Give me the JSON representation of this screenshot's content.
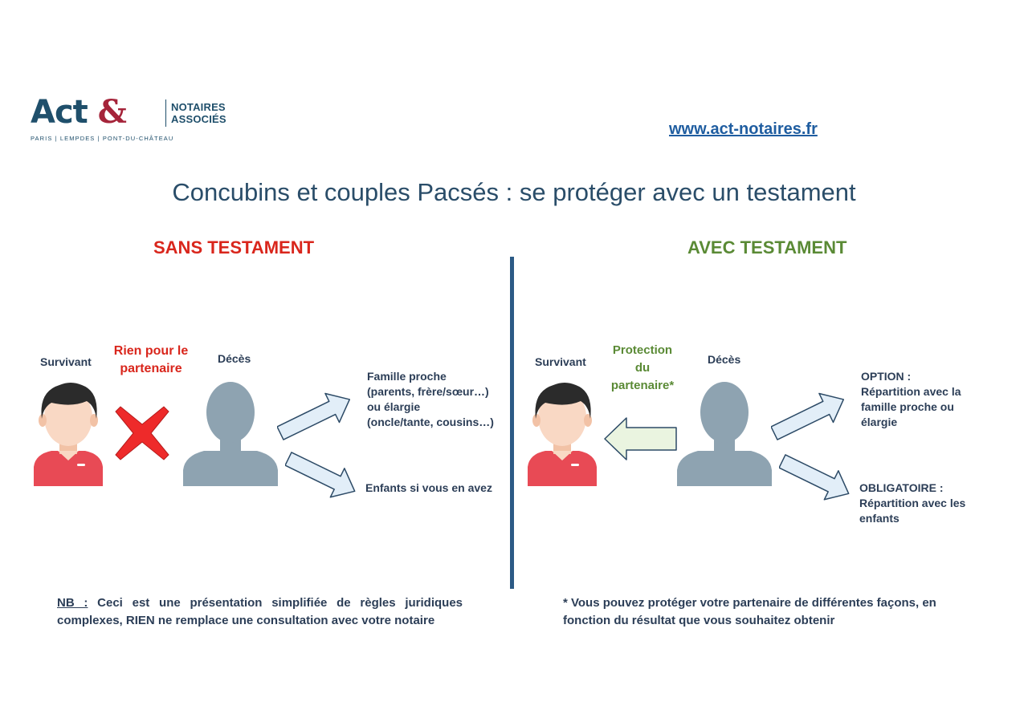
{
  "logo": {
    "name": "Act",
    "amp": "&",
    "tag": "NOTAIRES\nASSOCIÉS",
    "locations": "PARIS | LEMPDES | PONT-DU-CHÂTEAU"
  },
  "website": "www.act-notaires.fr",
  "title": "Concubins et couples Pacsés : se protéger avec un testament",
  "left": {
    "heading": "SANS TESTAMENT",
    "survivor_label": "Survivant",
    "deceased_label": "Décès",
    "partner_note": [
      "Rien pour le",
      "partenaire"
    ],
    "family": [
      "Famille proche",
      "(parents, frère/sœur…)",
      "ou élargie",
      "(oncle/tante, cousins…)"
    ],
    "children": "Enfants si vous en avez"
  },
  "right": {
    "heading": "AVEC TESTAMENT",
    "survivor_label": "Survivant",
    "deceased_label": "Décès",
    "partner_note": [
      "Protection",
      "du",
      "partenaire*"
    ],
    "option": [
      "OPTION :",
      "Répartition avec la",
      "famille proche ou",
      "élargie"
    ],
    "mandatory": [
      "OBLIGATOIRE :",
      "Répartition avec les",
      "enfants"
    ]
  },
  "notes": {
    "left_prefix": "NB :",
    "left_text": " Ceci est une présentation simplifiée de règles juridiques complexes, RIEN ne remplace une consultation avec votre notaire",
    "right_text": "* Vous pouvez protéger votre partenaire de différentes façons, en fonction du résultat que vous souhaitez obtenir"
  },
  "colors": {
    "red": "#d9261c",
    "green": "#5a8a35",
    "navy": "#2c5a85",
    "person_gray": "#8ea3b1",
    "shirt": "#e84a55",
    "skin": "#f9d8c4",
    "hair": "#2b2b2b",
    "arrow_fill": "#e2eef8",
    "arrow_stroke": "#2c4a66"
  },
  "icons": {
    "survivor": "person-icon",
    "deceased": "silhouette-icon",
    "no": "cross-icon",
    "arrow": "arrow-icon"
  }
}
